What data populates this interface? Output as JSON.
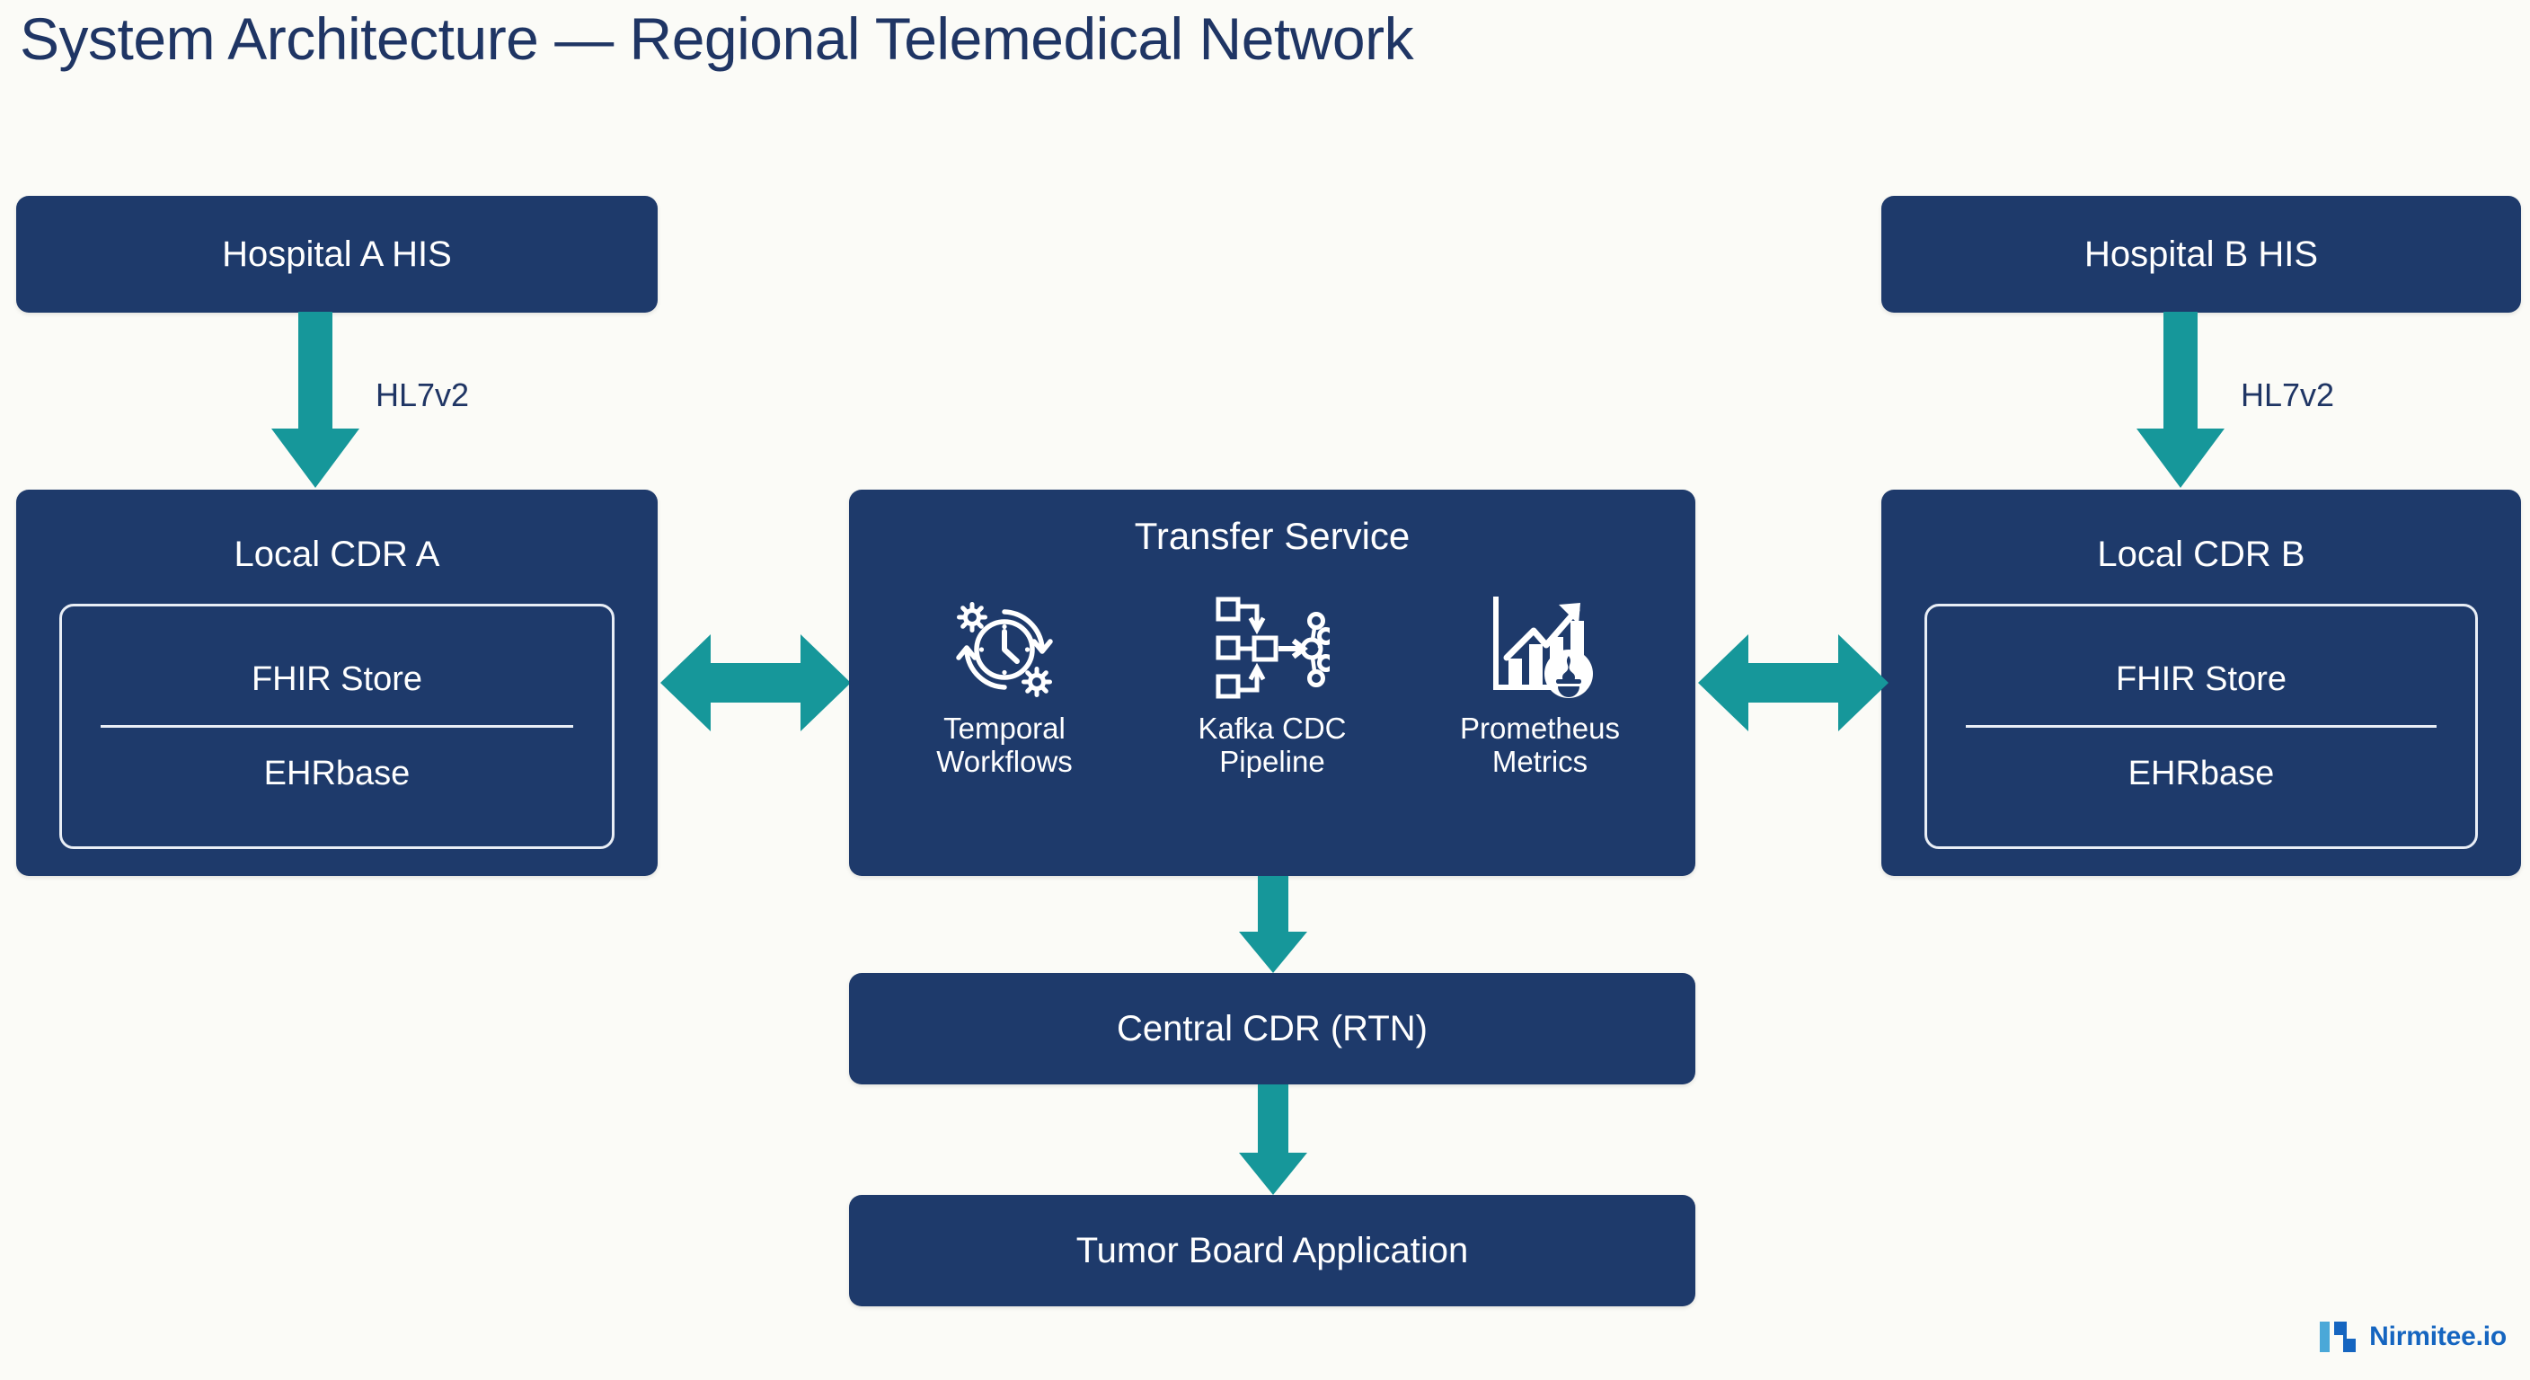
{
  "page": {
    "title": "System Architecture — Regional Telemedical Network",
    "background_color": "#fbfbf7",
    "navy": "#1e3a6b",
    "teal": "#16979a",
    "title_color": "#1f3564"
  },
  "nodes": {
    "hospital_a": {
      "label": "Hospital A HIS"
    },
    "hospital_b": {
      "label": "Hospital B HIS"
    },
    "cdr_a": {
      "title": "Local CDR A",
      "store": {
        "primary": "FHIR Store",
        "secondary": "EHRbase"
      }
    },
    "cdr_b": {
      "title": "Local CDR B",
      "store": {
        "primary": "FHIR Store",
        "secondary": "EHRbase"
      }
    },
    "transfer_service": {
      "title": "Transfer Service",
      "components": [
        {
          "icon": "clock-gears-icon",
          "caption_line1": "Temporal",
          "caption_line2": "Workflows"
        },
        {
          "icon": "kafka-cdc-icon",
          "caption_line1": "Kafka CDC",
          "caption_line2": "Pipeline"
        },
        {
          "icon": "prometheus-chart-icon",
          "caption_line1": "Prometheus",
          "caption_line2": "Metrics"
        }
      ]
    },
    "central_cdr": {
      "label": "Central CDR (RTN)"
    },
    "tumor_board": {
      "label": "Tumor Board Application"
    }
  },
  "edges": {
    "hospital_a_to_cdr_a": {
      "label": "HL7v2",
      "direction": "down"
    },
    "hospital_b_to_cdr_b": {
      "label": "HL7v2",
      "direction": "down"
    },
    "cdr_a_to_transfer": {
      "label": "",
      "direction": "bidirectional"
    },
    "transfer_to_cdr_b": {
      "label": "",
      "direction": "bidirectional"
    },
    "transfer_to_central": {
      "label": "",
      "direction": "down"
    },
    "central_to_tumor_board": {
      "label": "",
      "direction": "down"
    }
  },
  "brand": {
    "name": "Nirmitee.io",
    "mark_light": "#4aa8d8",
    "mark_dark": "#1565c0"
  }
}
